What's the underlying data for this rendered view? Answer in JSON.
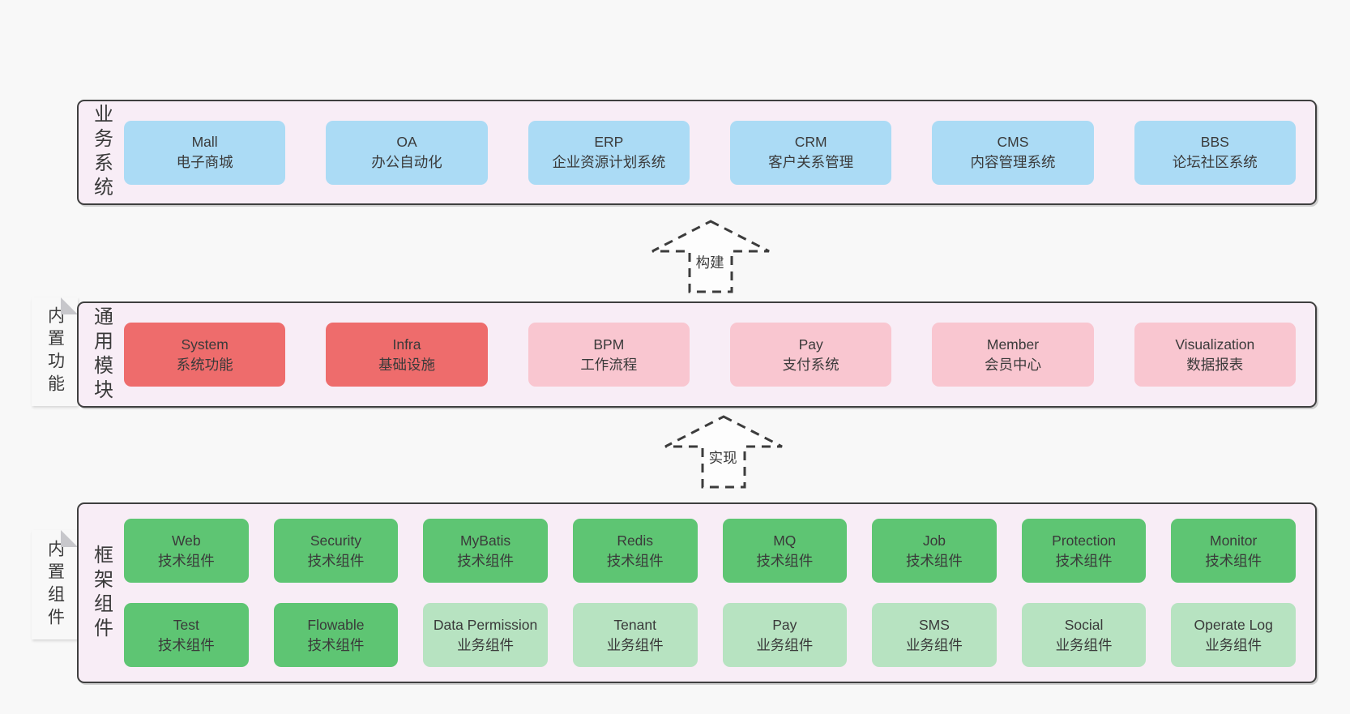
{
  "diagram": {
    "colors": {
      "page_bg": "#f8f8f8",
      "panel_bg": "#f8edf6",
      "panel_border": "#3f3f3f",
      "blue": "#abdbf5",
      "red": "#ee6c6c",
      "pink": "#f9c6d0",
      "green": "#5ec573",
      "lightgreen": "#b7e3c1",
      "sticky_yellow": "#fafaa3",
      "sticky_fold": "#c7c7cb",
      "text": "#3a3a3a"
    },
    "arrows": [
      {
        "label": "构建"
      },
      {
        "label": "实现"
      }
    ],
    "panels": [
      {
        "id": "business-systems",
        "label": "业务系统",
        "rows": [
          [
            {
              "name": "Mall",
              "subtitle": "电子商城",
              "color": "blue"
            },
            {
              "name": "OA",
              "subtitle": "办公自动化",
              "color": "blue"
            },
            {
              "name": "ERP",
              "subtitle": "企业资源计划系统",
              "color": "blue"
            },
            {
              "name": "CRM",
              "subtitle": "客户关系管理",
              "color": "blue"
            },
            {
              "name": "CMS",
              "subtitle": "内容管理系统",
              "color": "blue"
            },
            {
              "name": "BBS",
              "subtitle": "论坛社区系统",
              "color": "blue"
            }
          ]
        ]
      },
      {
        "id": "common-modules",
        "label": "通用模块",
        "sticky": "内置功能",
        "rows": [
          [
            {
              "name": "System",
              "subtitle": "系统功能",
              "color": "red"
            },
            {
              "name": "Infra",
              "subtitle": "基础设施",
              "color": "red"
            },
            {
              "name": "BPM",
              "subtitle": "工作流程",
              "color": "pink"
            },
            {
              "name": "Pay",
              "subtitle": "支付系统",
              "color": "pink"
            },
            {
              "name": "Member",
              "subtitle": "会员中心",
              "color": "pink"
            },
            {
              "name": "Visualization",
              "subtitle": "数据报表",
              "color": "pink"
            }
          ]
        ]
      },
      {
        "id": "framework-components",
        "label": "框架组件",
        "sticky": "内置组件",
        "rows": [
          [
            {
              "name": "Web",
              "subtitle": "技术组件",
              "color": "green"
            },
            {
              "name": "Security",
              "subtitle": "技术组件",
              "color": "green"
            },
            {
              "name": "MyBatis",
              "subtitle": "技术组件",
              "color": "green"
            },
            {
              "name": "Redis",
              "subtitle": "技术组件",
              "color": "green"
            },
            {
              "name": "MQ",
              "subtitle": "技术组件",
              "color": "green"
            },
            {
              "name": "Job",
              "subtitle": "技术组件",
              "color": "green"
            },
            {
              "name": "Protection",
              "subtitle": "技术组件",
              "color": "green"
            },
            {
              "name": "Monitor",
              "subtitle": "技术组件",
              "color": "green"
            }
          ],
          [
            {
              "name": "Test",
              "subtitle": "技术组件",
              "color": "green"
            },
            {
              "name": "Flowable",
              "subtitle": "技术组件",
              "color": "green"
            },
            {
              "name": "Data Permission",
              "subtitle": "业务组件",
              "color": "lightgreen"
            },
            {
              "name": "Tenant",
              "subtitle": "业务组件",
              "color": "lightgreen"
            },
            {
              "name": "Pay",
              "subtitle": "业务组件",
              "color": "lightgreen"
            },
            {
              "name": "SMS",
              "subtitle": "业务组件",
              "color": "lightgreen"
            },
            {
              "name": "Social",
              "subtitle": "业务组件",
              "color": "lightgreen"
            },
            {
              "name": "Operate Log",
              "subtitle": "业务组件",
              "color": "lightgreen"
            }
          ]
        ]
      }
    ]
  }
}
